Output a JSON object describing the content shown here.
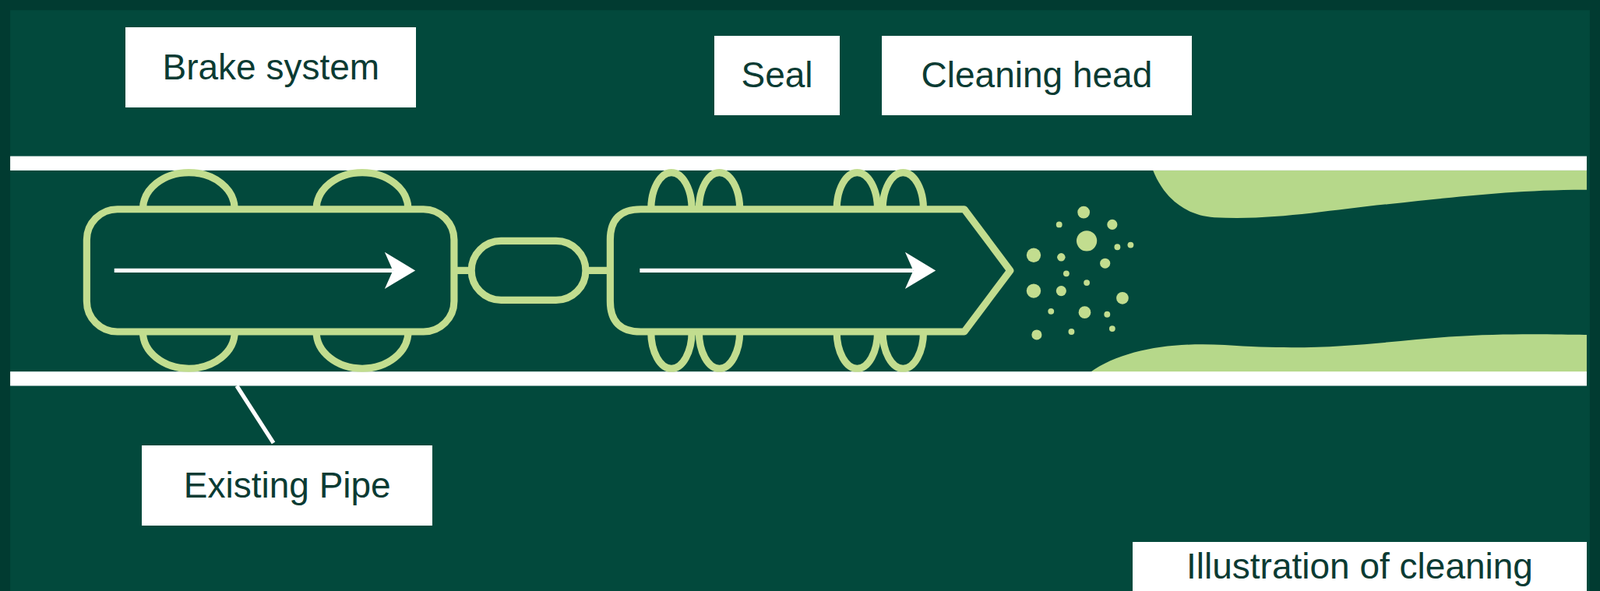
{
  "diagram": {
    "labels": [
      "Brake system",
      "Seal",
      "Cleaning head",
      "Existing Pipe",
      "Illustration of cleaning"
    ]
  }
}
